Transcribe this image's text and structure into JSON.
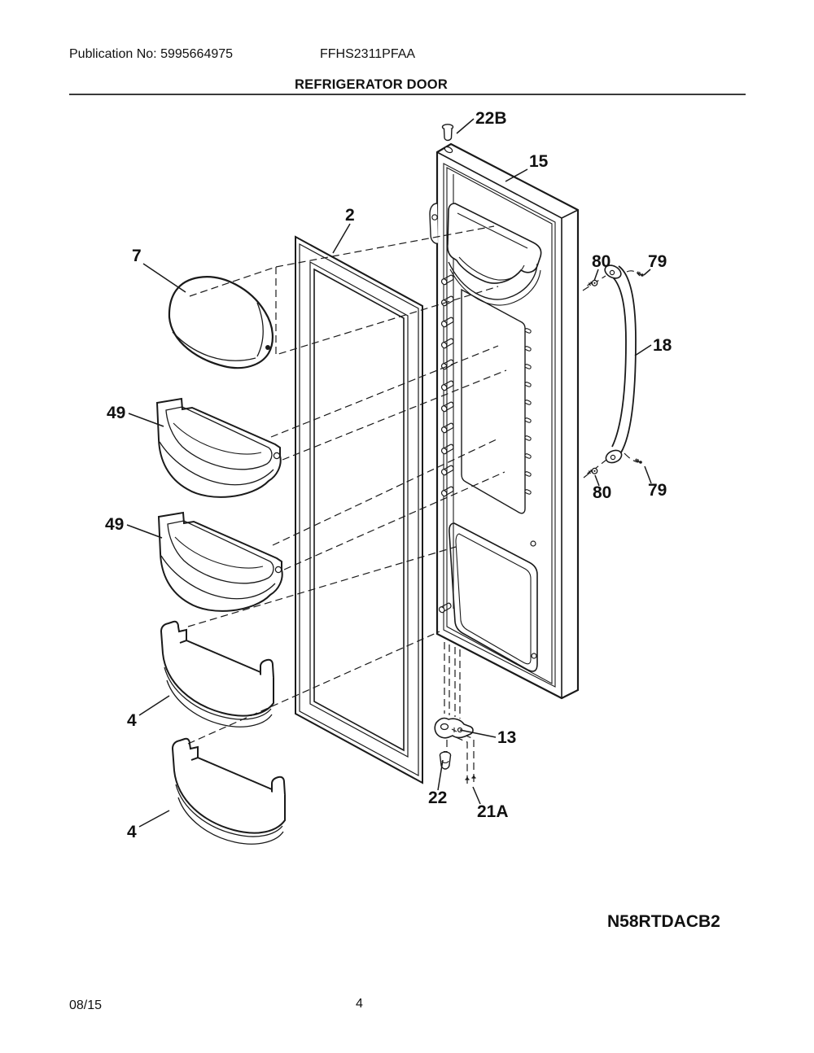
{
  "header": {
    "publication": "Publication No: 5995664975",
    "model": "FFHS2311PFAA",
    "title": "REFRIGERATOR DOOR"
  },
  "diagram": {
    "code": "N58RTDACB2",
    "callouts": [
      {
        "id": "22B",
        "label": "22B"
      },
      {
        "id": "15",
        "label": "15"
      },
      {
        "id": "2",
        "label": "2"
      },
      {
        "id": "7",
        "label": "7"
      },
      {
        "id": "49-upper",
        "label": "49"
      },
      {
        "id": "49-lower",
        "label": "49"
      },
      {
        "id": "4-upper",
        "label": "4"
      },
      {
        "id": "4-lower",
        "label": "4"
      },
      {
        "id": "80-top",
        "label": "80"
      },
      {
        "id": "79-top",
        "label": "79"
      },
      {
        "id": "18",
        "label": "18"
      },
      {
        "id": "80-bottom",
        "label": "80"
      },
      {
        "id": "79-bottom",
        "label": "79"
      },
      {
        "id": "13",
        "label": "13"
      },
      {
        "id": "22",
        "label": "22"
      },
      {
        "id": "21A",
        "label": "21A"
      }
    ]
  },
  "footer": {
    "date": "08/15",
    "page": "4"
  }
}
